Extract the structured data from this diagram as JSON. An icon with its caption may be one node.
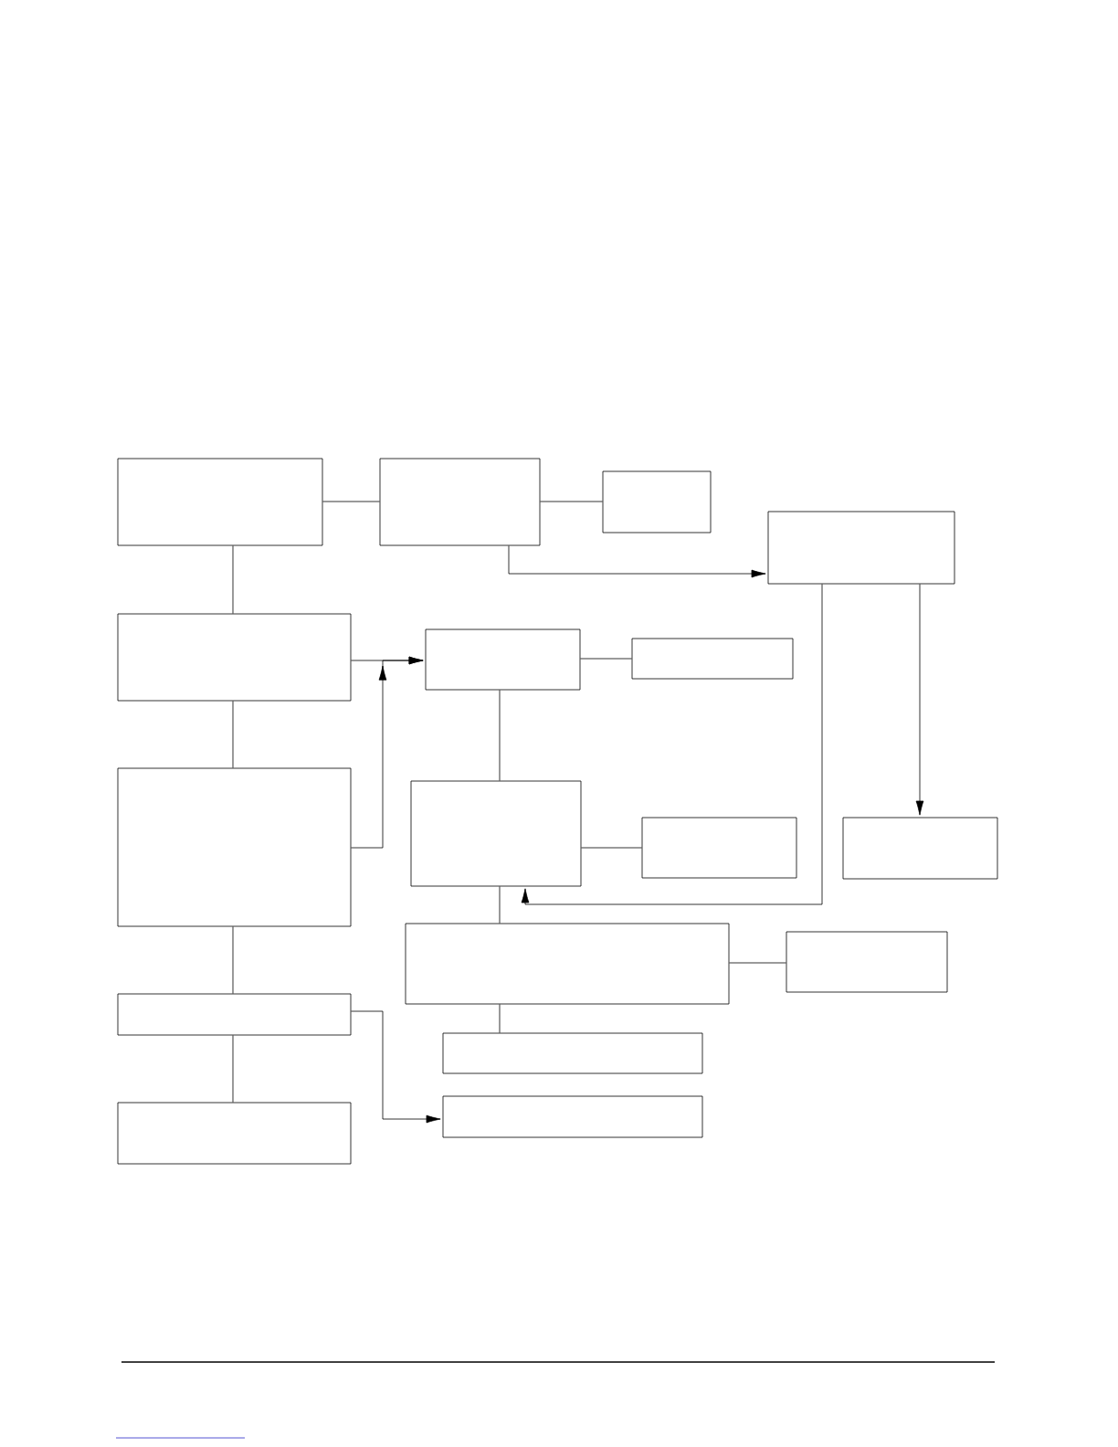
{
  "diagram": {
    "nodes": [
      {
        "text": [],
        "shape": "box"
      },
      {
        "text": [],
        "shape": "box"
      },
      {
        "text": [],
        "shape": "box"
      },
      {
        "text": [],
        "shape": "box"
      },
      {
        "text": [],
        "shape": "box"
      },
      {
        "text": [],
        "shape": "box"
      },
      {
        "text": [],
        "shape": "box"
      },
      {
        "text": [],
        "shape": "box"
      },
      {
        "text": [],
        "shape": "box"
      },
      {
        "text": [],
        "shape": "box"
      },
      {
        "text": [],
        "shape": "box"
      },
      {
        "text": [],
        "shape": "box"
      },
      {
        "text": [],
        "shape": "box"
      },
      {
        "text": [],
        "shape": "box"
      },
      {
        "text": [],
        "shape": "box"
      },
      {
        "text": [],
        "shape": "box"
      },
      {
        "text": [],
        "shape": "box"
      }
    ],
    "edges": [
      {
        "from": 0,
        "to": 1,
        "arrow": "none"
      },
      {
        "from": 1,
        "to": 2,
        "arrow": "none"
      },
      {
        "from": 1,
        "to": 3,
        "arrow": "to"
      },
      {
        "from": 0,
        "to": 4,
        "arrow": "none"
      },
      {
        "from": 4,
        "to": 5,
        "arrow": "to"
      },
      {
        "from": 7,
        "to": 5,
        "arrow": "to"
      },
      {
        "from": 5,
        "to": 6,
        "arrow": "none"
      },
      {
        "from": 5,
        "to": 8,
        "arrow": "none"
      },
      {
        "from": 3,
        "to": 10,
        "arrow": "to"
      },
      {
        "from": 3,
        "to": 8,
        "arrow": "to"
      },
      {
        "from": 8,
        "to": 9,
        "arrow": "none"
      },
      {
        "from": 8,
        "to": 11,
        "arrow": "none"
      },
      {
        "from": 11,
        "to": 12,
        "arrow": "none"
      },
      {
        "from": 11,
        "to": 14,
        "arrow": "none"
      },
      {
        "from": 4,
        "to": 7,
        "arrow": "none"
      },
      {
        "from": 7,
        "to": 13,
        "arrow": "none"
      },
      {
        "from": 13,
        "to": 15,
        "arrow": "none"
      },
      {
        "from": 13,
        "to": 16,
        "arrow": "to"
      }
    ]
  }
}
